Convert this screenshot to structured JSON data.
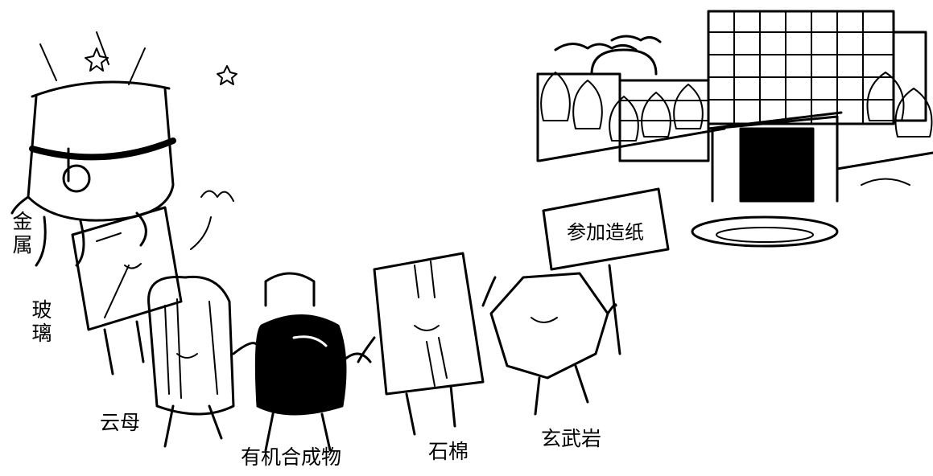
{
  "labels": {
    "metal": "金属",
    "glass": "玻璃",
    "mica": "云母",
    "organic": "有机合成物",
    "asbestos": "石棉",
    "basalt": "玄武岩"
  },
  "sign": {
    "text": "参加造纸"
  }
}
